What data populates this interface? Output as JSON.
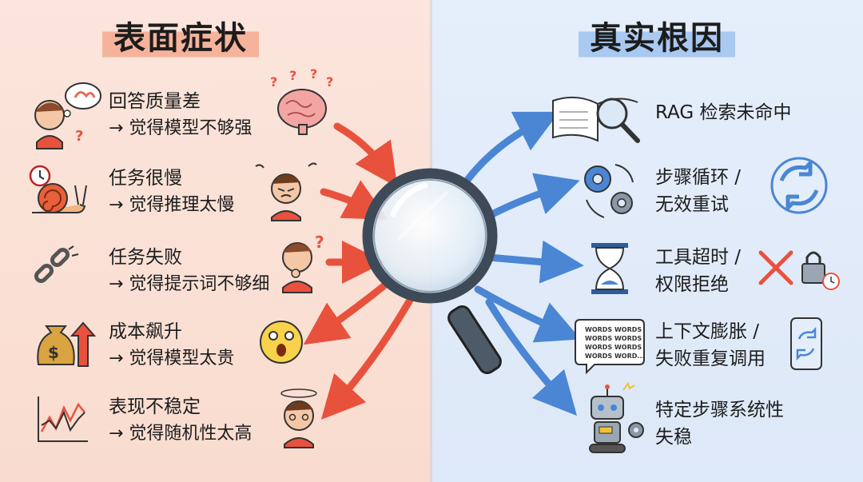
{
  "titles": {
    "left": "表面症状",
    "right": "真实根因"
  },
  "symptoms": [
    {
      "line1": "回答质量差",
      "line2": "→ 觉得模型不够强"
    },
    {
      "line1": "任务很慢",
      "line2": "→ 觉得推理太慢"
    },
    {
      "line1": "任务失败",
      "line2": "→ 觉得提示词不够细"
    },
    {
      "line1": "成本飙升",
      "line2": "→ 觉得模型太贵"
    },
    {
      "line1": "表现不稳定",
      "line2": "→ 觉得随机性太高"
    }
  ],
  "causes": [
    {
      "line1": "RAG 检索未命中",
      "line2": ""
    },
    {
      "line1": "步骤循环 /",
      "line2": "无效重试"
    },
    {
      "line1": "工具超时 /",
      "line2": "权限拒绝"
    },
    {
      "line1": "上下文膨胀 /",
      "line2": "失败重复调用"
    },
    {
      "line1": "特定步骤系统性",
      "line2": "失稳"
    }
  ],
  "speech_bubble_lines": [
    "WORDS WORDS",
    "WORDS WORDS",
    "WORDS WORDS",
    "WORDS WORD..."
  ],
  "colors": {
    "left_bg": "#fbe5dc",
    "right_bg": "#e5eefb",
    "red_arrow": "#e8523d",
    "blue_arrow": "#4a86d4",
    "title_left_hl": "#f6b39c",
    "title_right_hl": "#a9c9f1"
  },
  "icons_left": [
    "confused-person-thinking-muscle-icon",
    "brain-question-icon",
    "snail-clock-icon",
    "angry-person-icon",
    "broken-chain-icon",
    "thinking-person-icon",
    "money-bag-up-arrow-icon",
    "shocked-face-icon",
    "volatile-line-chart-icon",
    "dizzy-person-icon"
  ],
  "icons_right": [
    "book-magnifier-icon",
    "gears-cycle-icon",
    "refresh-cycle-icon",
    "hourglass-icon",
    "tools-lock-clock-icon",
    "words-speech-bubble-icon",
    "phone-refresh-icon",
    "robot-gears-icon"
  ]
}
